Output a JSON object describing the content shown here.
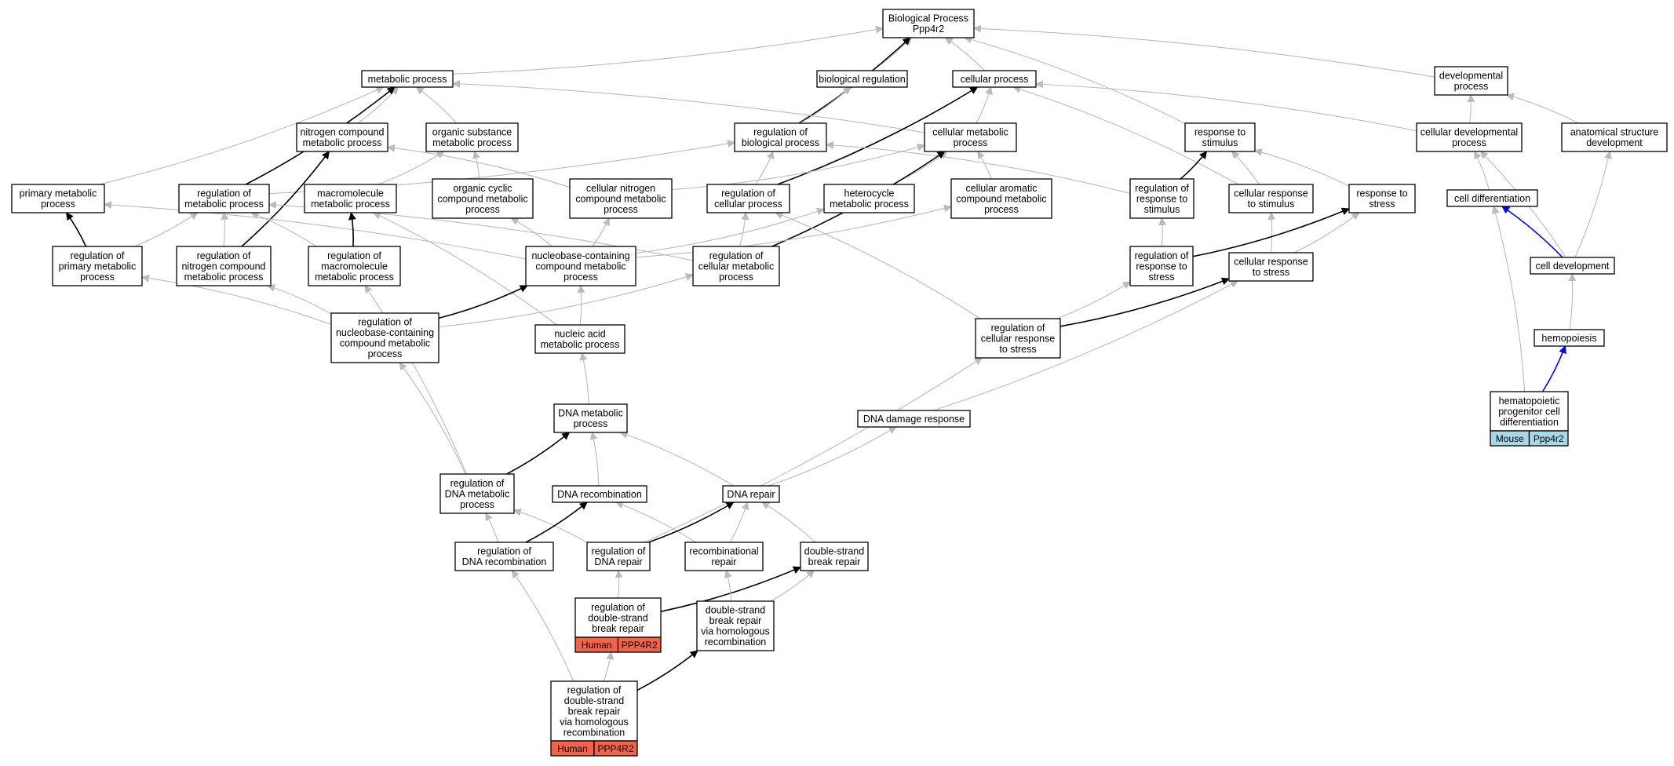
{
  "title": "",
  "colors": {
    "edge_gray": "#bbbbbb",
    "edge_black": "#000000",
    "edge_blue": "#0000ee",
    "human_badge": "#f3634b",
    "mouse_badge": "#a8d8e8"
  },
  "nodes": [
    {
      "id": "bp",
      "lines": [
        "Biological Process",
        "Ppp4r2"
      ]
    },
    {
      "id": "metabolic",
      "lines": [
        "metabolic process"
      ]
    },
    {
      "id": "bioreg",
      "lines": [
        "biological regulation"
      ]
    },
    {
      "id": "cellproc",
      "lines": [
        "cellular process"
      ]
    },
    {
      "id": "devproc",
      "lines": [
        "developmental",
        "process"
      ]
    },
    {
      "id": "nitrogen",
      "lines": [
        "nitrogen compound",
        "metabolic process"
      ]
    },
    {
      "id": "orgsub",
      "lines": [
        "organic substance",
        "metabolic process"
      ]
    },
    {
      "id": "regbio",
      "lines": [
        "regulation of",
        "biological process"
      ]
    },
    {
      "id": "cellmeta",
      "lines": [
        "cellular metabolic",
        "process"
      ]
    },
    {
      "id": "respstim",
      "lines": [
        "response to",
        "stimulus"
      ]
    },
    {
      "id": "celldevproc",
      "lines": [
        "cellular developmental",
        "process"
      ]
    },
    {
      "id": "anatdev",
      "lines": [
        "anatomical structure",
        "development"
      ]
    },
    {
      "id": "primary",
      "lines": [
        "primary metabolic",
        "process"
      ]
    },
    {
      "id": "regmeta",
      "lines": [
        "regulation of",
        "metabolic process"
      ]
    },
    {
      "id": "macro",
      "lines": [
        "macromolecule",
        "metabolic process"
      ]
    },
    {
      "id": "orgcyc",
      "lines": [
        "organic cyclic",
        "compound metabolic",
        "process"
      ]
    },
    {
      "id": "cellnitro",
      "lines": [
        "cellular nitrogen",
        "compound metabolic",
        "process"
      ]
    },
    {
      "id": "regcell",
      "lines": [
        "regulation of",
        "cellular process"
      ]
    },
    {
      "id": "hetero",
      "lines": [
        "heterocycle",
        "metabolic process"
      ]
    },
    {
      "id": "cellarom",
      "lines": [
        "cellular aromatic",
        "compound metabolic",
        "process"
      ]
    },
    {
      "id": "regrespstim",
      "lines": [
        "regulation of",
        "response to",
        "stimulus"
      ]
    },
    {
      "id": "cellrespstim",
      "lines": [
        "cellular response",
        "to stimulus"
      ]
    },
    {
      "id": "respstress",
      "lines": [
        "response to",
        "stress"
      ]
    },
    {
      "id": "celldiff",
      "lines": [
        "cell differentiation"
      ]
    },
    {
      "id": "regprimary",
      "lines": [
        "regulation of",
        "primary metabolic",
        "process"
      ]
    },
    {
      "id": "regnitro",
      "lines": [
        "regulation of",
        "nitrogen compound",
        "metabolic process"
      ]
    },
    {
      "id": "regmacro",
      "lines": [
        "regulation of",
        "macromolecule",
        "metabolic process"
      ]
    },
    {
      "id": "nucleobase",
      "lines": [
        "nucleobase-containing",
        "compound metabolic",
        "process"
      ]
    },
    {
      "id": "regcellmeta",
      "lines": [
        "regulation of",
        "cellular metabolic",
        "process"
      ]
    },
    {
      "id": "regrespstress",
      "lines": [
        "regulation of",
        "response to",
        "stress"
      ]
    },
    {
      "id": "cellrespstress",
      "lines": [
        "cellular response",
        "to stress"
      ]
    },
    {
      "id": "celldev",
      "lines": [
        "cell development"
      ]
    },
    {
      "id": "regnucleo",
      "lines": [
        "regulation of",
        "nucleobase-containing",
        "compound metabolic",
        "process"
      ]
    },
    {
      "id": "nucacid",
      "lines": [
        "nucleic acid",
        "metabolic process"
      ]
    },
    {
      "id": "regcellresp",
      "lines": [
        "regulation of",
        "cellular response",
        "to stress"
      ]
    },
    {
      "id": "hemopoiesis",
      "lines": [
        "hemopoiesis"
      ]
    },
    {
      "id": "dnameta",
      "lines": [
        "DNA metabolic",
        "process"
      ]
    },
    {
      "id": "dnadamage",
      "lines": [
        "DNA damage response"
      ]
    },
    {
      "id": "hemato",
      "lines": [
        "hematopoietic",
        "progenitor cell",
        "differentiation"
      ],
      "badge": [
        "Mouse",
        "Ppp4r2"
      ],
      "badge_color": "#a8d8e8"
    },
    {
      "id": "regdnameta",
      "lines": [
        "regulation of",
        "DNA metabolic",
        "process"
      ]
    },
    {
      "id": "dnarecomb",
      "lines": [
        "DNA recombination"
      ]
    },
    {
      "id": "dnarepair",
      "lines": [
        "DNA repair"
      ]
    },
    {
      "id": "regdnarecomb",
      "lines": [
        "regulation of",
        "DNA recombination"
      ]
    },
    {
      "id": "regdnarepair",
      "lines": [
        "regulation of",
        "DNA repair"
      ]
    },
    {
      "id": "recombrepair",
      "lines": [
        "recombinational",
        "repair"
      ]
    },
    {
      "id": "dsbr",
      "lines": [
        "double-strand",
        "break repair"
      ]
    },
    {
      "id": "regdsbr",
      "lines": [
        "regulation of",
        "double-strand",
        "break repair"
      ],
      "badge": [
        "Human",
        "PPP4R2"
      ],
      "badge_color": "#f3634b"
    },
    {
      "id": "dsbrhr",
      "lines": [
        "double-strand",
        "break repair",
        "via homologous",
        "recombination"
      ]
    },
    {
      "id": "regdsbrhr",
      "lines": [
        "regulation of",
        "double-strand",
        "break repair",
        "via homologous",
        "recombination"
      ],
      "badge": [
        "Human",
        "PPP4R2"
      ],
      "badge_color": "#f3634b"
    }
  ],
  "edges": [
    {
      "from": "metabolic",
      "to": "bp",
      "style": "gray"
    },
    {
      "from": "bioreg",
      "to": "bp",
      "style": "gray"
    },
    {
      "from": "cellproc",
      "to": "bp",
      "style": "gray"
    },
    {
      "from": "devproc",
      "to": "bp",
      "style": "gray"
    },
    {
      "from": "respstim",
      "to": "bp",
      "style": "gray"
    },
    {
      "from": "regbio",
      "to": "bp",
      "style": "black"
    },
    {
      "from": "nitrogen",
      "to": "metabolic",
      "style": "gray"
    },
    {
      "from": "orgsub",
      "to": "metabolic",
      "style": "gray"
    },
    {
      "from": "primary",
      "to": "metabolic",
      "style": "gray"
    },
    {
      "from": "cellmeta",
      "to": "metabolic",
      "style": "gray"
    },
    {
      "from": "regmeta",
      "to": "metabolic",
      "style": "black"
    },
    {
      "from": "regbio",
      "to": "bioreg",
      "style": "gray"
    },
    {
      "from": "cellmeta",
      "to": "cellproc",
      "style": "gray"
    },
    {
      "from": "cellrespstim",
      "to": "cellproc",
      "style": "gray"
    },
    {
      "from": "celldevproc",
      "to": "cellproc",
      "style": "gray"
    },
    {
      "from": "regcell",
      "to": "cellproc",
      "style": "black"
    },
    {
      "from": "celldevproc",
      "to": "devproc",
      "style": "gray"
    },
    {
      "from": "anatdev",
      "to": "devproc",
      "style": "gray"
    },
    {
      "from": "regmeta",
      "to": "regbio",
      "style": "gray"
    },
    {
      "from": "regcell",
      "to": "regbio",
      "style": "gray"
    },
    {
      "from": "regrespstim",
      "to": "regbio",
      "style": "gray"
    },
    {
      "from": "regnitro",
      "to": "nitrogen",
      "style": "black"
    },
    {
      "from": "cellnitro",
      "to": "nitrogen",
      "style": "gray"
    },
    {
      "from": "macro",
      "to": "orgsub",
      "style": "gray"
    },
    {
      "from": "orgcyc",
      "to": "orgsub",
      "style": "gray"
    },
    {
      "from": "hetero",
      "to": "cellmeta",
      "style": "gray"
    },
    {
      "from": "cellarom",
      "to": "cellmeta",
      "style": "gray"
    },
    {
      "from": "cellnitro",
      "to": "cellmeta",
      "style": "gray"
    },
    {
      "from": "regcellmeta",
      "to": "cellmeta",
      "style": "black"
    },
    {
      "from": "regrespstim",
      "to": "respstim",
      "style": "black"
    },
    {
      "from": "cellrespstim",
      "to": "respstim",
      "style": "gray"
    },
    {
      "from": "respstress",
      "to": "respstim",
      "style": "gray"
    },
    {
      "from": "celldiff",
      "to": "celldevproc",
      "style": "gray"
    },
    {
      "from": "celldev",
      "to": "celldevproc",
      "style": "gray"
    },
    {
      "from": "celldev",
      "to": "anatdev",
      "style": "gray"
    },
    {
      "from": "regprimary",
      "to": "primary",
      "style": "black"
    },
    {
      "from": "nucleobase",
      "to": "primary",
      "style": "gray"
    },
    {
      "from": "regprimary",
      "to": "regmeta",
      "style": "gray"
    },
    {
      "from": "regnitro",
      "to": "regmeta",
      "style": "gray"
    },
    {
      "from": "regmacro",
      "to": "regmeta",
      "style": "gray"
    },
    {
      "from": "regcellmeta",
      "to": "regmeta",
      "style": "gray"
    },
    {
      "from": "regmacro",
      "to": "macro",
      "style": "black"
    },
    {
      "from": "nucacid",
      "to": "macro",
      "style": "gray"
    },
    {
      "from": "nucleobase",
      "to": "orgcyc",
      "style": "gray"
    },
    {
      "from": "nucleobase",
      "to": "cellnitro",
      "style": "gray"
    },
    {
      "from": "nucleobase",
      "to": "hetero",
      "style": "gray"
    },
    {
      "from": "nucleobase",
      "to": "cellarom",
      "style": "gray"
    },
    {
      "from": "regcellmeta",
      "to": "regcell",
      "style": "gray"
    },
    {
      "from": "regcellresp",
      "to": "regcell",
      "style": "gray"
    },
    {
      "from": "regrespstress",
      "to": "regrespstim",
      "style": "gray"
    },
    {
      "from": "cellrespstress",
      "to": "cellrespstim",
      "style": "gray"
    },
    {
      "from": "regrespstress",
      "to": "respstress",
      "style": "black"
    },
    {
      "from": "cellrespstress",
      "to": "respstress",
      "style": "gray"
    },
    {
      "from": "celldev",
      "to": "celldiff",
      "style": "blue"
    },
    {
      "from": "hemato",
      "to": "celldiff",
      "style": "gray"
    },
    {
      "from": "hemopoiesis",
      "to": "celldev",
      "style": "gray"
    },
    {
      "from": "regnucleo",
      "to": "regprimary",
      "style": "gray"
    },
    {
      "from": "regnucleo",
      "to": "regnitro",
      "style": "gray"
    },
    {
      "from": "regdnameta",
      "to": "regmacro",
      "style": "gray"
    },
    {
      "from": "regnucleo",
      "to": "nucleobase",
      "style": "black"
    },
    {
      "from": "nucacid",
      "to": "nucleobase",
      "style": "gray"
    },
    {
      "from": "regnucleo",
      "to": "regcellmeta",
      "style": "gray"
    },
    {
      "from": "regcellresp",
      "to": "regrespstress",
      "style": "gray"
    },
    {
      "from": "regcellresp",
      "to": "cellrespstress",
      "style": "black"
    },
    {
      "from": "dnadamage",
      "to": "cellrespstress",
      "style": "gray"
    },
    {
      "from": "regdnameta",
      "to": "regnucleo",
      "style": "gray"
    },
    {
      "from": "dnameta",
      "to": "nucacid",
      "style": "gray"
    },
    {
      "from": "regdnarepair",
      "to": "regcellresp",
      "style": "gray"
    },
    {
      "from": "hemato",
      "to": "hemopoiesis",
      "style": "blue"
    },
    {
      "from": "regdnameta",
      "to": "dnameta",
      "style": "black"
    },
    {
      "from": "dnarecomb",
      "to": "dnameta",
      "style": "gray"
    },
    {
      "from": "dnarepair",
      "to": "dnameta",
      "style": "gray"
    },
    {
      "from": "dnarepair",
      "to": "dnadamage",
      "style": "gray"
    },
    {
      "from": "regdnarecomb",
      "to": "regdnameta",
      "style": "gray"
    },
    {
      "from": "regdnarepair",
      "to": "regdnameta",
      "style": "gray"
    },
    {
      "from": "regdnarecomb",
      "to": "dnarecomb",
      "style": "black"
    },
    {
      "from": "recombrepair",
      "to": "dnarecomb",
      "style": "gray"
    },
    {
      "from": "regdnarepair",
      "to": "dnarepair",
      "style": "black"
    },
    {
      "from": "recombrepair",
      "to": "dnarepair",
      "style": "gray"
    },
    {
      "from": "dsbr",
      "to": "dnarepair",
      "style": "gray"
    },
    {
      "from": "regdsbr",
      "to": "regdnarepair",
      "style": "gray"
    },
    {
      "from": "regdsbr",
      "to": "dsbr",
      "style": "black"
    },
    {
      "from": "dsbrhr",
      "to": "recombrepair",
      "style": "gray"
    },
    {
      "from": "dsbrhr",
      "to": "dsbr",
      "style": "gray"
    },
    {
      "from": "regdsbrhr",
      "to": "regdsbr",
      "style": "gray"
    },
    {
      "from": "regdsbrhr",
      "to": "regdnarecomb",
      "style": "gray"
    },
    {
      "from": "regdsbrhr",
      "to": "dsbrhr",
      "style": "black"
    }
  ]
}
